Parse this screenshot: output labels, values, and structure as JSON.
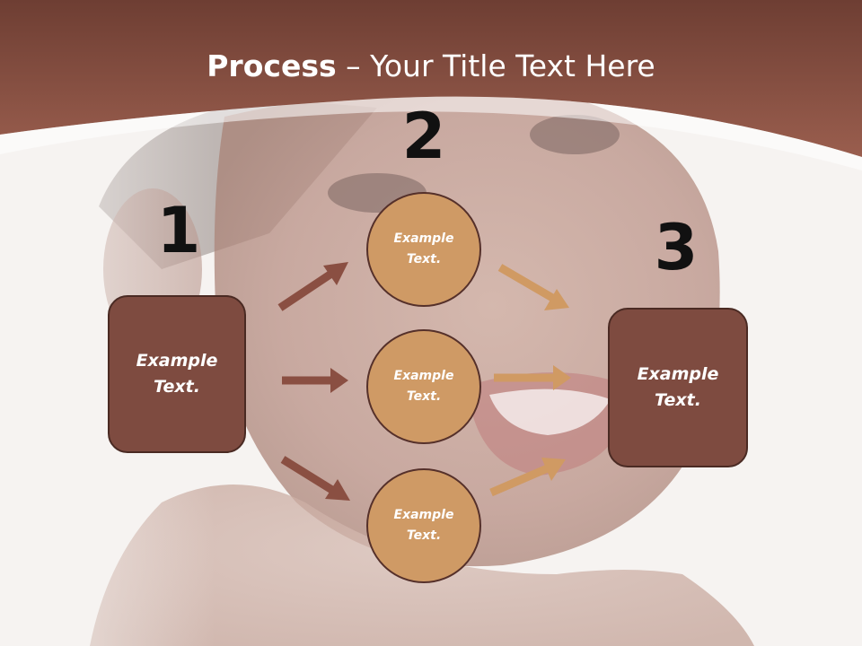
{
  "title": {
    "bold": "Process",
    "rest": " – Your Title Text Here"
  },
  "steps": [
    {
      "number": "1",
      "text": "Example Text."
    },
    {
      "number": "2",
      "items": [
        "Example Text.",
        "Example Text.",
        "Example Text."
      ]
    },
    {
      "number": "3",
      "text": "Example Text."
    }
  ],
  "colors": {
    "header": "#8c5446",
    "box": "#7e4b40",
    "circle": "#cf9a65",
    "arrow_dark": "#8a4f42",
    "arrow_light": "#d09a63"
  }
}
